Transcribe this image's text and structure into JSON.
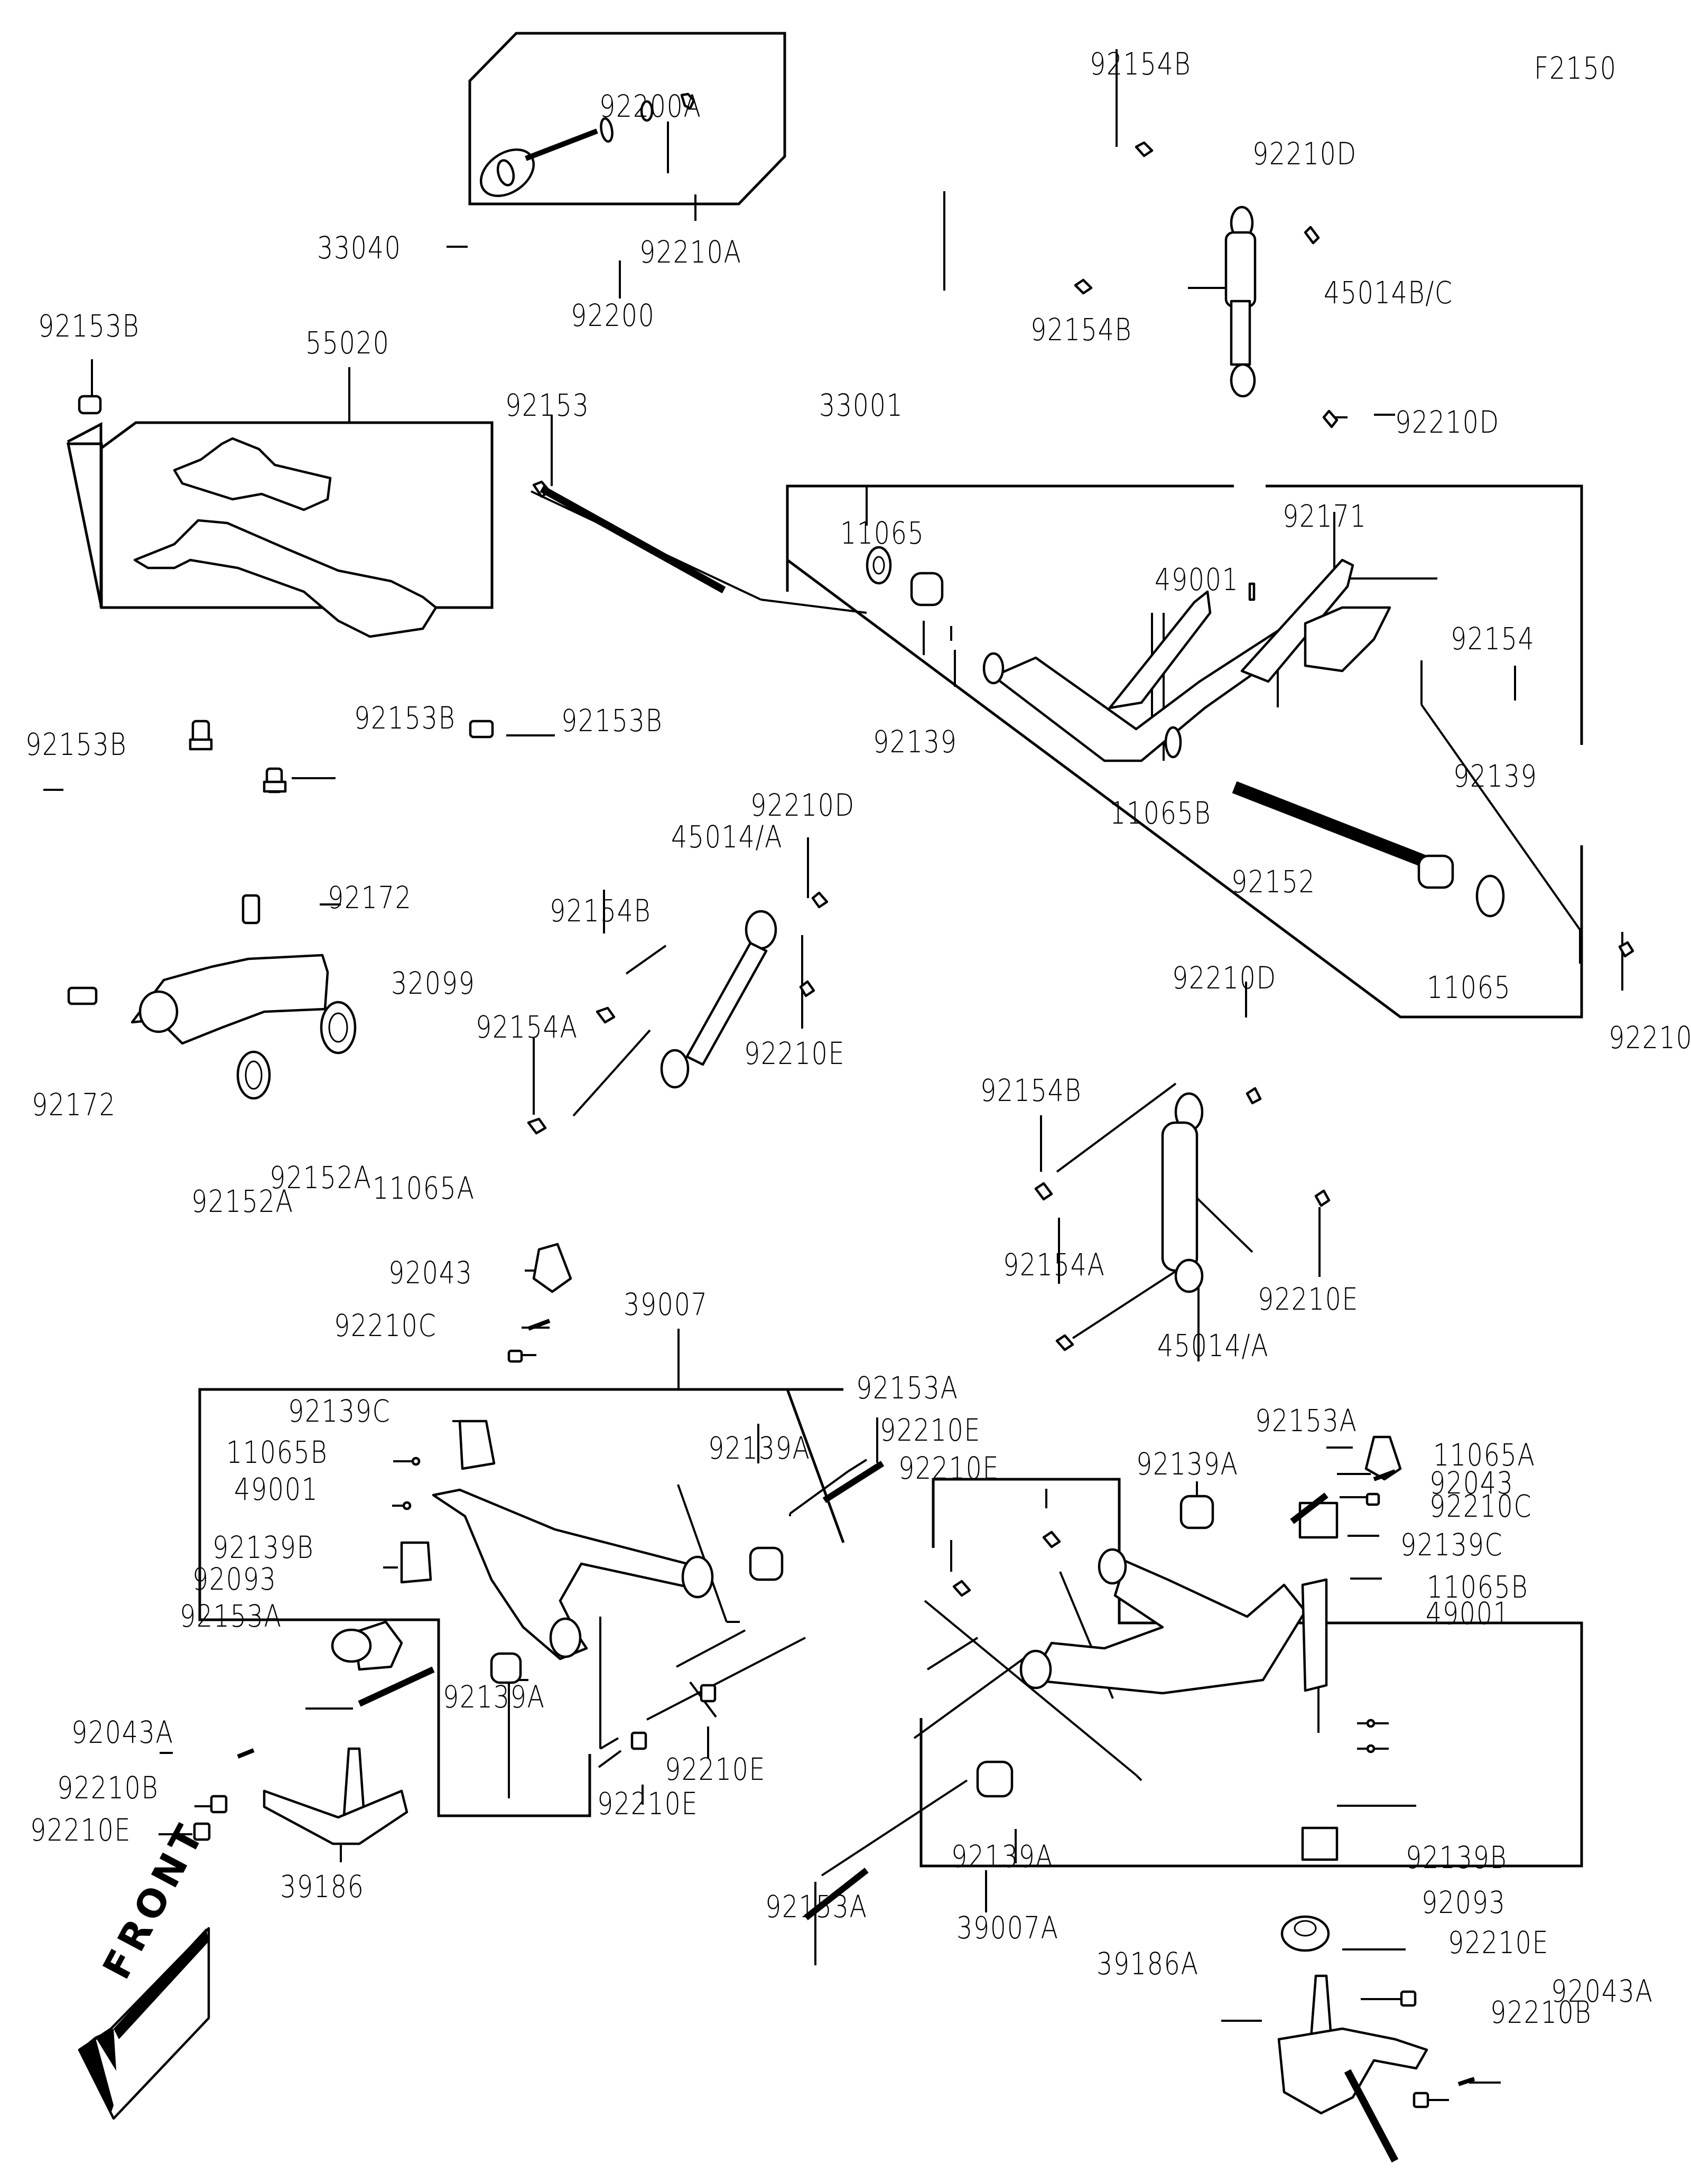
{
  "diagram": {
    "figure_id": "F2150",
    "front_badge": "FRONT",
    "callouts": [
      {
        "id": "c01",
        "part": "33040"
      },
      {
        "id": "c02",
        "part": "92200A"
      },
      {
        "id": "c03",
        "part": "92210A"
      },
      {
        "id": "c04",
        "part": "92200"
      },
      {
        "id": "c05",
        "part": "92153B"
      },
      {
        "id": "c06",
        "part": "55020"
      },
      {
        "id": "c07",
        "part": "92153"
      },
      {
        "id": "c08",
        "part": "92153B"
      },
      {
        "id": "c09",
        "part": "92153B"
      },
      {
        "id": "c10",
        "part": "92153B"
      },
      {
        "id": "c11",
        "part": "92172"
      },
      {
        "id": "c12",
        "part": "32099"
      },
      {
        "id": "c13",
        "part": "92172"
      },
      {
        "id": "c14",
        "part": "92152A"
      },
      {
        "id": "c15",
        "part": "92152A"
      },
      {
        "id": "c16",
        "part": "92154B"
      },
      {
        "id": "c17",
        "part": "92210D"
      },
      {
        "id": "c18",
        "part": "45014B/C"
      },
      {
        "id": "c19",
        "part": "92154B"
      },
      {
        "id": "c20",
        "part": "92210D"
      },
      {
        "id": "c21",
        "part": "33001"
      },
      {
        "id": "c22",
        "part": "11065"
      },
      {
        "id": "c23",
        "part": "92139"
      },
      {
        "id": "c24",
        "part": "49001"
      },
      {
        "id": "c25",
        "part": "92171"
      },
      {
        "id": "c26",
        "part": "92154"
      },
      {
        "id": "c27",
        "part": "11065B"
      },
      {
        "id": "c28",
        "part": "92139"
      },
      {
        "id": "c29",
        "part": "92152"
      },
      {
        "id": "c30",
        "part": "11065"
      },
      {
        "id": "c31",
        "part": "92210"
      },
      {
        "id": "c32",
        "part": "92210D"
      },
      {
        "id": "c33",
        "part": "45014/A"
      },
      {
        "id": "c34",
        "part": "92154B"
      },
      {
        "id": "c35",
        "part": "92154A"
      },
      {
        "id": "c36",
        "part": "92210E"
      },
      {
        "id": "c37",
        "part": "92210D"
      },
      {
        "id": "c38",
        "part": "92154B"
      },
      {
        "id": "c39",
        "part": "92154A"
      },
      {
        "id": "c40",
        "part": "92210E"
      },
      {
        "id": "c41",
        "part": "45014/A"
      },
      {
        "id": "c42",
        "part": "11065A"
      },
      {
        "id": "c43",
        "part": "92043"
      },
      {
        "id": "c44",
        "part": "92210C"
      },
      {
        "id": "c45",
        "part": "39007"
      },
      {
        "id": "c46",
        "part": "92139C"
      },
      {
        "id": "c47",
        "part": "11065B"
      },
      {
        "id": "c48",
        "part": "49001"
      },
      {
        "id": "c49",
        "part": "92139B"
      },
      {
        "id": "c50",
        "part": "92139A"
      },
      {
        "id": "c51",
        "part": "92093"
      },
      {
        "id": "c52",
        "part": "92153A"
      },
      {
        "id": "c53",
        "part": "92139A"
      },
      {
        "id": "c54",
        "part": "92043A"
      },
      {
        "id": "c55",
        "part": "92210B"
      },
      {
        "id": "c56",
        "part": "92210E"
      },
      {
        "id": "c57",
        "part": "92210E"
      },
      {
        "id": "c58",
        "part": "92210E"
      },
      {
        "id": "c59",
        "part": "39186"
      },
      {
        "id": "c60",
        "part": "92153A"
      },
      {
        "id": "c61",
        "part": "92210E"
      },
      {
        "id": "c62",
        "part": "92210E"
      },
      {
        "id": "c63",
        "part": "92139A"
      },
      {
        "id": "c64",
        "part": "92153A"
      },
      {
        "id": "c65",
        "part": "11065A"
      },
      {
        "id": "c66",
        "part": "92043"
      },
      {
        "id": "c67",
        "part": "92210C"
      },
      {
        "id": "c68",
        "part": "92139C"
      },
      {
        "id": "c69",
        "part": "11065B"
      },
      {
        "id": "c70",
        "part": "49001"
      },
      {
        "id": "c71",
        "part": "92139B"
      },
      {
        "id": "c72",
        "part": "92139A"
      },
      {
        "id": "c73",
        "part": "92153A"
      },
      {
        "id": "c74",
        "part": "39007A"
      },
      {
        "id": "c75",
        "part": "92093"
      },
      {
        "id": "c76",
        "part": "92210E"
      },
      {
        "id": "c77",
        "part": "39186A"
      },
      {
        "id": "c78",
        "part": "92043A"
      },
      {
        "id": "c79",
        "part": "92210B"
      }
    ]
  }
}
